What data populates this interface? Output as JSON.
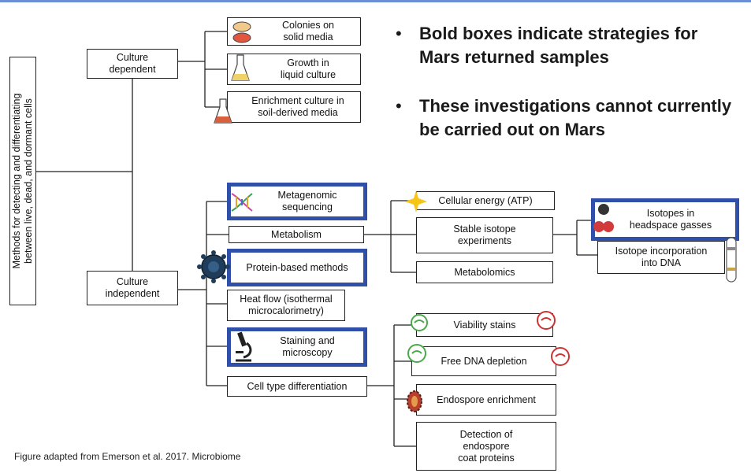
{
  "bullets": [
    "Bold boxes indicate strategies for Mars returned samples",
    "These investigations cannot currently be carried out on Mars"
  ],
  "root_label": "Methods for detecting and differentiating\nbetween live, dead, and dormant cells",
  "culture_dependent": {
    "label": "Culture\ndependent",
    "children": [
      "Colonies on\nsolid media",
      "Growth in\nliquid culture",
      "Enrichment culture in\nsoil-derived media"
    ]
  },
  "culture_independent": {
    "label": "Culture\nindependent",
    "children": [
      "Metagenomic\nsequencing",
      "Metabolism",
      "Protein-based methods",
      "Heat flow (isothermal\nmicrocalorimetry)",
      "Staining and\nmicroscopy",
      "Cell type differentiation"
    ]
  },
  "metabolism_children": [
    "Cellular energy (ATP)",
    "Stable isotope\nexperiments",
    "Metabolomics"
  ],
  "isotope_children": [
    "Isotopes in\nheadspace gasses",
    "Isotope incorporation\ninto DNA"
  ],
  "cell_type_children": [
    "Viability stains",
    "Free DNA depletion",
    "Endospore enrichment",
    "Detection of\nendospore\ncoat proteins"
  ],
  "caption": "Figure adapted from Emerson et al. 2017. Microbiome",
  "colors": {
    "bold_border": "#2f4fa8",
    "line": "#222222",
    "top_rule": "#6b8fd6"
  }
}
